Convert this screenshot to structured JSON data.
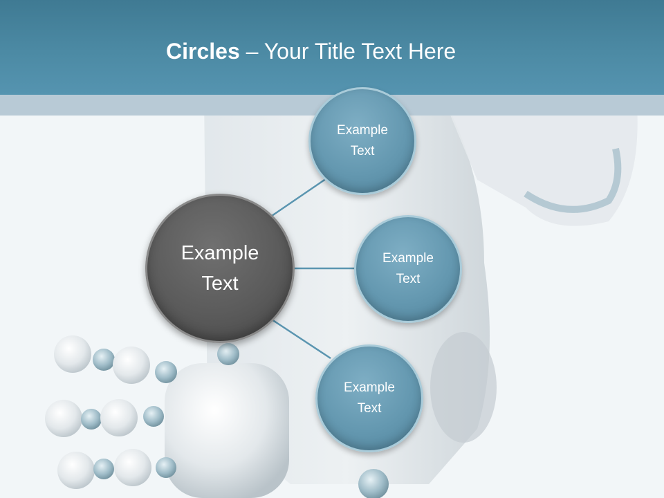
{
  "slide": {
    "title_bold": "Circles",
    "title_rest": " – Your Title Text Here"
  },
  "diagram": {
    "center": {
      "label": "Example\nText"
    },
    "satellites": [
      {
        "label": "Example\nText"
      },
      {
        "label": "Example\nText"
      },
      {
        "label": "Example\nText"
      }
    ]
  },
  "colors": {
    "header": "#4c8aa4",
    "center_circle": "#5b5b5b",
    "satellite_circle": "#6498b0",
    "connector": "#5a95b0"
  },
  "background_image": {
    "subject": "robot-figure"
  }
}
